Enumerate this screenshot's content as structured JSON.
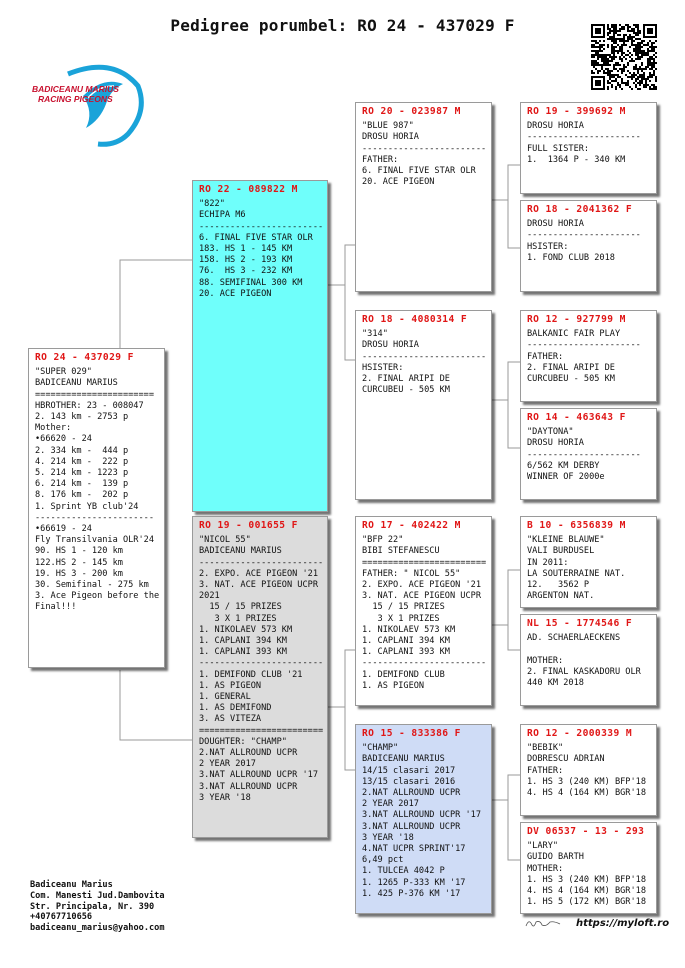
{
  "title": "Pedigree porumbel: RO 24 - 437029 F",
  "logo": {
    "line1": "BADICEANU MARIUS",
    "line2": "RACING PIGEONS"
  },
  "cards": {
    "main": {
      "ring": "RO 24 - 437029 F",
      "lines": [
        "\"SUPER 029\"",
        "BADICEANU MARIUS",
        "=======================",
        "HBROTHER: 23 - 008047",
        "2. 143 km - 2753 p",
        "Mother:",
        "•66620 - 24",
        "2. 334 km -  444 p",
        "4. 214 km -  222 p",
        "5. 214 km - 1223 p",
        "6. 214 km -  139 p",
        "8. 176 km -  202 p",
        "1. Sprint YB club'24",
        "-----------------------",
        "•66619 - 24",
        "Fly Transilvania OLR'24",
        "90. HS 1 - 120 km",
        "122.HS 2 - 145 km",
        "19. HS 3 - 200 km",
        "30. Semifinal - 275 km",
        "3. Ace Pigeon before the",
        "Final!!!"
      ]
    },
    "sire": {
      "ring": "RO 22 - 089822 M",
      "lines": [
        "\"822\"",
        "ECHIPA M6",
        "------------------------",
        "6. FINAL FIVE STAR OLR",
        "183. HS 1 - 145 KM",
        "158. HS 2 - 193 KM",
        "76.  HS 3 - 232 KM",
        "88. SEMIFINAL 300 KM",
        "20. ACE PIGEON"
      ]
    },
    "dam": {
      "ring": "RO 19 - 001655 F",
      "lines": [
        "\"NICOL 55\"",
        "BADICEANU MARIUS",
        "------------------------",
        "2. EXPO. ACE PIGEON '21",
        "3. NAT. ACE PIGEON UCPR",
        "2021",
        "  15 / 15 PRIZES",
        "   3 X 1 PRIZES",
        "1. NIKOLAEV 573 KM",
        "1. CAPLANI 394 KM",
        "1. CAPLANI 393 KM",
        "------------------------",
        "1. DEMIFOND CLUB '21",
        "1. AS PIGEON",
        "1. GENERAL",
        "1. AS DEMIFOND",
        "3. AS VITEZA",
        "========================",
        "DOUGHTER: \"CHAMP\"",
        "2.NAT ALLROUND UCPR",
        "2 YEAR 2017",
        "3.NAT ALLROUND UCPR '17",
        "3.NAT ALLROUND UCPR",
        "3 YEAR '18"
      ]
    },
    "ss": {
      "ring": "RO 20 - 023987 M",
      "lines": [
        "\"BLUE 987\"",
        "DROSU HORIA",
        "------------------------",
        "FATHER:",
        "6. FINAL FIVE STAR OLR",
        "20. ACE PIGEON"
      ]
    },
    "sd": {
      "ring": "RO 18 - 4080314 F",
      "lines": [
        "\"314\"",
        "DROSU HORIA",
        "------------------------",
        "HSISTER:",
        "2. FINAL ARIPI DE",
        "CURCUBEU - 505 KM"
      ]
    },
    "ds": {
      "ring": "RO 17 - 402422 M",
      "lines": [
        "\"BFP 22\"",
        "BIBI STEFANESCU",
        "========================",
        "FATHER: \" NICOL 55\"",
        "2. EXPO. ACE PIGEON '21",
        "3. NAT. ACE PIGEON UCPR",
        "  15 / 15 PRIZES",
        "   3 X 1 PRIZES",
        "1. NIKOLAEV 573 KM",
        "1. CAPLANI 394 KM",
        "1. CAPLANI 393 KM",
        "------------------------",
        "1. DEMIFOND CLUB",
        "1. AS PIGEON"
      ]
    },
    "dd": {
      "ring": "RO 15 - 833386 F",
      "lines": [
        "\"CHAMP\"",
        "BADICEANU MARIUS",
        "14/15 clasari 2017",
        "13/15 clasari 2016",
        "2.NAT ALLROUND UCPR",
        "2 YEAR 2017",
        "3.NAT ALLROUND UCPR '17",
        "3.NAT ALLROUND UCPR",
        "3 YEAR '18",
        "4.NAT UCPR SPRINT'17",
        "6,49 pct",
        "1. TULCEA 4042 P",
        "1. 1265 P-333 KM '17",
        "1. 425 P-376 KM '17"
      ]
    },
    "sss": {
      "ring": "RO 19 - 399692 M",
      "lines": [
        "DROSU HORIA",
        "----------------------",
        "FULL SISTER:",
        "1.  1364 P - 340 KM"
      ]
    },
    "ssd": {
      "ring": "RO 18 - 2041362 F",
      "lines": [
        "DROSU HORIA",
        "----------------------",
        "HSISTER:",
        "1. FOND CLUB 2018"
      ]
    },
    "sds": {
      "ring": "RO 12 - 927799 M",
      "lines": [
        "BALKANIC FAIR PLAY",
        "----------------------",
        "FATHER:",
        "2. FINAL ARIPI DE",
        "CURCUBEU - 505 KM"
      ]
    },
    "sdd": {
      "ring": "RO 14 - 463643 F",
      "lines": [
        "\"DAYTONA\"",
        "DROSU HORIA",
        "----------------------",
        "6/562 KM DERBY",
        "WINNER OF 2000e"
      ]
    },
    "dss": {
      "ring": "B 10 - 6356839 M",
      "lines": [
        "\"KLEINE BLAUWE\"",
        "VALI BURDUSEL",
        "IN 2011:",
        "LA SOUTERRAINE NAT.",
        "12.   3562 P",
        "ARGENTON NAT."
      ]
    },
    "dsd": {
      "ring": "NL 15 - 1774546 F",
      "lines": [
        "AD. SCHAERLAECKENS",
        "",
        "MOTHER:",
        "2. FINAL KASKADORU OLR",
        "440 KM 2018"
      ]
    },
    "dds": {
      "ring": "RO 12 - 2000339 M",
      "lines": [
        "\"BEBIK\"",
        "DOBRESCU ADRIAN",
        "FATHER:",
        "1. HS 3 (240 KM) BFP'18",
        "4. HS 4 (164 KM) BGR'18"
      ]
    },
    "ddd": {
      "ring": "DV 06537 - 13 - 293",
      "lines": [
        "\"LARY\"",
        "GUIDO BARTH",
        "MOTHER:",
        "1. HS 3 (240 KM) BFP'18",
        "4. HS 4 (164 KM) BGR'18",
        "1. HS 5 (172 KM) BGR'18"
      ]
    }
  },
  "footer": [
    "Badiceanu Marius",
    "Com. Manesti Jud.Dambovita",
    "Str. Principala, Nr. 390",
    "+40767710656",
    "badiceanu_marius@yahoo.com"
  ],
  "website": "https://myloft.ro",
  "colors": {
    "ring_red": "#e01616",
    "sire_bg": "#6ffffb",
    "dam_bg": "#dcdcdc",
    "dd_bg": "#cfdcf6",
    "logo_blue": "#1aa3d9",
    "logo_red": "#c8102e"
  }
}
